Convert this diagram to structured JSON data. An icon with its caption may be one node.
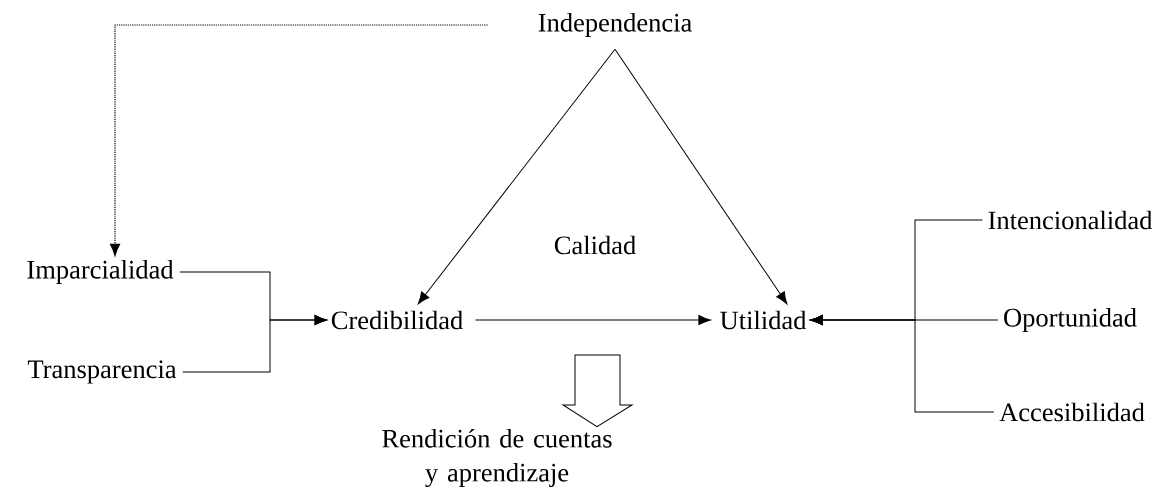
{
  "diagram": {
    "nodes": [
      {
        "text": [
          "Independencia"
        ]
      },
      {
        "text": [
          "Imparcialidad"
        ]
      },
      {
        "text": [
          "Transparencia"
        ]
      },
      {
        "text": [
          "Credibilidad"
        ]
      },
      {
        "text": [
          "Utilidad"
        ]
      },
      {
        "text": [
          "Intencionalidad"
        ]
      },
      {
        "text": [
          "Oportunidad"
        ]
      },
      {
        "text": [
          "Accesibilidad"
        ]
      },
      {
        "text": [
          "Rendición de cuentas y aprendizaje"
        ]
      }
    ],
    "edges": [
      {
        "from": 0,
        "to": 1,
        "arrow": "to",
        "style": "dashed"
      },
      {
        "from": 0,
        "to": 3,
        "arrow": "to"
      },
      {
        "from": 0,
        "to": 4,
        "arrow": "to"
      },
      {
        "from": 1,
        "to": 3,
        "arrow": "to"
      },
      {
        "from": 2,
        "to": 3,
        "arrow": "to"
      },
      {
        "from": 3,
        "to": 4,
        "arrow": "to"
      },
      {
        "from": 5,
        "to": 4,
        "arrow": "to"
      },
      {
        "from": 6,
        "to": 4,
        "arrow": "to"
      },
      {
        "from": 7,
        "to": 4,
        "arrow": "to"
      },
      {
        "from": null,
        "to": 8,
        "arrow": "to"
      }
    ],
    "labels": [
      "Calidad"
    ]
  }
}
